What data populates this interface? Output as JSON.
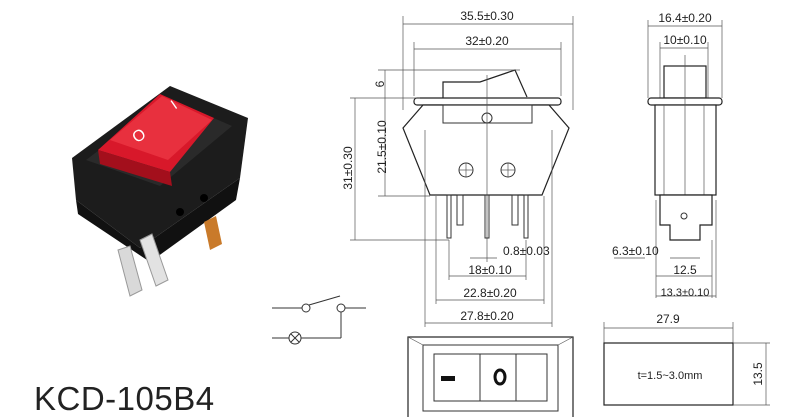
{
  "model": "KCD-105B4",
  "front_view": {
    "overall_width": "35.5±0.30",
    "flange_width": "32±0.20",
    "rocker_height": "6",
    "body_height": "21.5±0.10",
    "total_height": "31±0.30",
    "pin_thickness": "0.8±0.03",
    "pin_spacing": "18±0.10",
    "body_width": "22.8±0.20",
    "clip_width": "27.8±0.20"
  },
  "side_view": {
    "overall_depth": "16.4±0.20",
    "rocker_depth": "10±0.10",
    "terminal_width": "6.3±0.10",
    "body_depth": "12.5",
    "clip_depth": "13.3±0.10"
  },
  "panel_cutout": {
    "width": "27.9",
    "height": "13.5",
    "thickness": "t=1.5~3.0mm"
  },
  "rocker_face": {
    "off_symbol": "O",
    "on_symbol": "I"
  },
  "colors": {
    "rocker": "#d8182a",
    "housing": "#1c1c1c",
    "line": "#333333"
  }
}
